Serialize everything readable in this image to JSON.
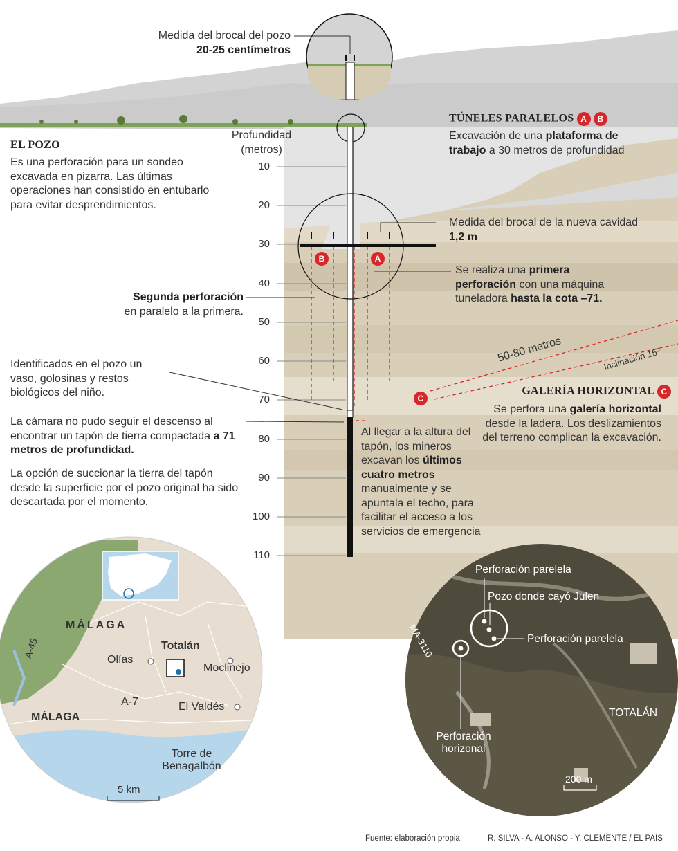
{
  "top_callout": {
    "line1": "Medida del brocal del pozo",
    "line2": "20-25 centímetros"
  },
  "el_pozo": {
    "heading": "EL POZO",
    "body": "Es una perforación para un sondeo excavada en pizarra. Las últimas operaciones han consistido en entubarlo para evitar desprendimientos."
  },
  "depth_axis": {
    "title_line1": "Profundidad",
    "title_line2": "(metros)",
    "ticks": [
      "10",
      "20",
      "30",
      "40",
      "50",
      "60",
      "70",
      "80",
      "90",
      "100",
      "110"
    ]
  },
  "tuneles": {
    "heading": "TÚNELES PARALELOS",
    "badge_a": "A",
    "badge_b": "B",
    "body_pre": "Excavación de una ",
    "body_bold": "plataforma de trabajo",
    "body_post": " a 30 metros de profundidad"
  },
  "brocal_nueva": {
    "line1": "Medida del brocal de la nueva cavidad",
    "line2": "1,2 m"
  },
  "primera": {
    "pre": "Se realiza una ",
    "bold1": "primera perforación",
    "mid": " con una máquina tuneladora ",
    "bold2": "hasta la cota –71."
  },
  "segunda": {
    "bold": "Segunda perforación",
    "rest": "en paralelo a la primera."
  },
  "identificados": "Identificados en el pozo un vaso, golosinas y restos biológicos del niño.",
  "camara": {
    "pre": "La cámara no pudo seguir el descenso al encontrar un tapón de tierra compactada ",
    "bold": "a 71 metros de profundidad."
  },
  "opcion": "La opción de succionar la tierra del tapón desde la superficie por el pozo original ha sido descartada por el momento.",
  "al_llegar": {
    "pre": "Al llegar a la altura del tapón, los mineros excavan los ",
    "bold": "últimos cuatro metros",
    "post": " manualmente y se apuntala el techo, para facilitar el acceso a los servicios de emergencia"
  },
  "incline": {
    "length": "50-80 metros",
    "angle": "Inclinación 15º"
  },
  "galeria": {
    "heading": "GALERÍA HORIZONTAL",
    "badge": "C",
    "pre": "Se perfora una ",
    "bold": "galería horizontal",
    "post": " desde la ladera. Los deslizamientos del terreno complican la excavación."
  },
  "map": {
    "malaga_region": "MÁLAGA",
    "totalan": "Totalán",
    "olias": "Olías",
    "moclinejo": "Moclinejo",
    "a45": "A-45",
    "malaga_city": "MÁLAGA",
    "a7": "A-7",
    "el_valdes": "El Valdés",
    "torre_line1": "Torre de",
    "torre_line2": "Benagalbón",
    "scale": "5 km",
    "colors": {
      "land": "#e7ddd0",
      "green": "#8aa870",
      "sea": "#b6d6ec",
      "marker": "#1f6fa8"
    }
  },
  "satellite": {
    "paralela1": "Perforación parelela",
    "pozo": "Pozo donde cayó Julen",
    "paralela2": "Perforación parelela",
    "road": "MA-3110",
    "horizontal_line1": "Perforación",
    "horizontal_line2": "horizonal",
    "town": "TOTALÁN",
    "scale": "200 m"
  },
  "footer": {
    "source": "Fuente: elaboración propia.",
    "credits": "R. SILVA - A. ALONSO - Y. CLEMENTE / EL PAÍS"
  },
  "colors": {
    "accent_red": "#d9262a",
    "earth": "#d8cdb6",
    "sky_grey": "#e4e4e4",
    "tube": "#111111"
  }
}
